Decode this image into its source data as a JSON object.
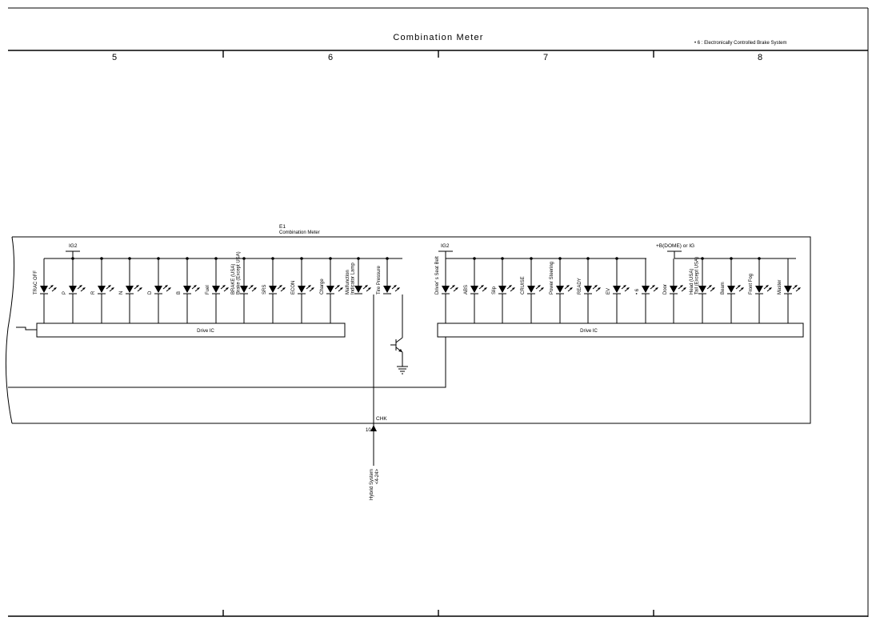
{
  "header": {
    "title": "Combination Meter",
    "note": "• 6 : Electronically Controlled Brake System",
    "columns": [
      "5",
      "6",
      "7",
      "8"
    ]
  },
  "component": {
    "code": "E1",
    "name": "Combination Meter"
  },
  "left_group": {
    "power_label": "IG2",
    "ic_label": "Drive IC",
    "indicators": [
      [
        "TRAC OFF"
      ],
      [
        "P"
      ],
      [
        "R"
      ],
      [
        "N"
      ],
      [
        "D"
      ],
      [
        "B"
      ],
      [
        "Fuel"
      ],
      [
        "BRAKE (USA)",
        "Brake (Except USA)"
      ],
      [
        "SRS"
      ],
      [
        "ECON"
      ],
      [
        "Charge"
      ],
      [
        "Malfunction",
        "Indicator Lamp"
      ],
      [
        "Tire Pressure"
      ]
    ]
  },
  "right_group": {
    "power_label_left": "IG2",
    "power_label_right": "+B(DOME) or IG",
    "ic_label": "Drive IC",
    "indicators": [
      [
        "Driver' s Seat Belt"
      ],
      [
        "ABS"
      ],
      [
        "Slip"
      ],
      [
        "CRUISE"
      ],
      [
        "Power Steering"
      ],
      [
        "READY"
      ],
      [
        "EV"
      ],
      [
        "• 6"
      ],
      [
        "Door"
      ],
      [
        "Head (USA)",
        "Tail (Except USA)"
      ],
      [
        "Beam"
      ],
      [
        "Front Fog"
      ],
      [
        "Master"
      ]
    ]
  },
  "connector": {
    "signal": "CHK",
    "pin": "10"
  },
  "destination": {
    "lines": [
      "Hybrid System",
      "<4-24>"
    ]
  }
}
